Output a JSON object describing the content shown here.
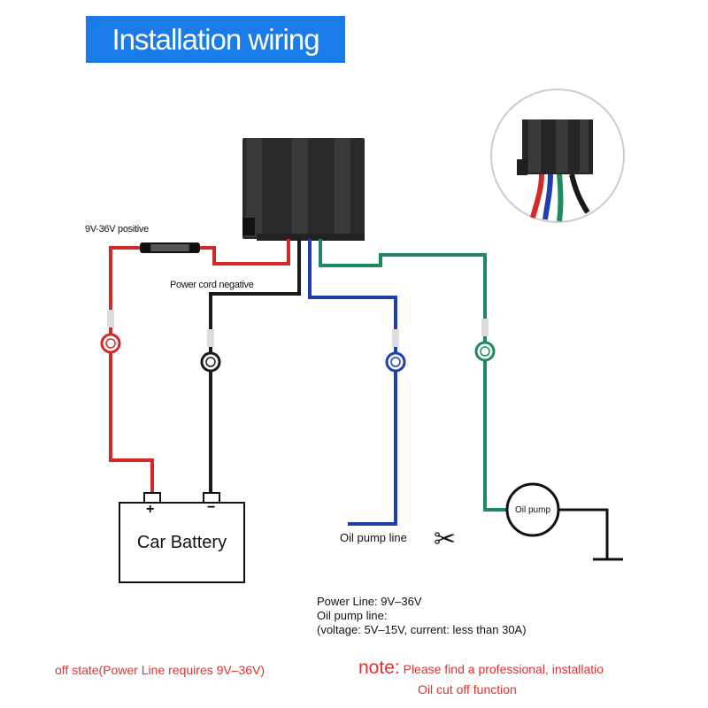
{
  "title": "Installation wiring",
  "labels": {
    "power_positive": "9V-36V positive",
    "power_negative": "Power cord negative",
    "battery": "Car Battery",
    "battery_plus": "+",
    "battery_minus": "−",
    "oil_pump": "Oil pump",
    "oil_pump_line": "Oil pump line"
  },
  "specs": {
    "line1": "Power Line: 9V–36V",
    "line2": "Oil pump line:",
    "line3": "(voltage: 5V–15V, current: less than 30A)"
  },
  "notes": {
    "left": "off state(Power Line requires 9V–36V)",
    "note_word": "note:",
    "note_text": " Please find a professional, installatio",
    "note_line2": "Oil cut off function"
  },
  "icons": {
    "scissors": "✂"
  },
  "colors": {
    "banner": "#1a7ce8",
    "red_wire": "#d62828",
    "black_wire": "#1a1a1a",
    "blue_wire": "#1f3fb0",
    "green_wire": "#1e8a5e",
    "note_red": "#e03030"
  }
}
